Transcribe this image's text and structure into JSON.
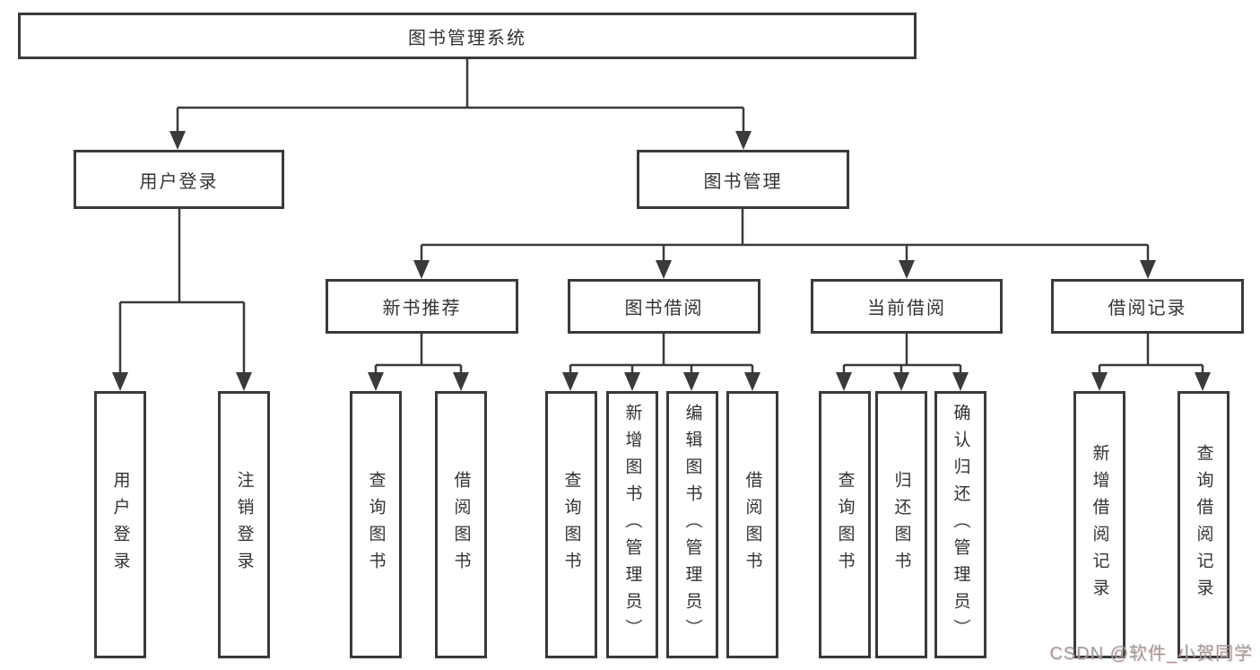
{
  "colors": {
    "line": "#3a3a3a",
    "box_border": "#3a3a3a",
    "text": "#333333",
    "background": "#ffffff",
    "watermark": "#9e9e9e"
  },
  "tree": {
    "root": {
      "label": "图书管理系统"
    },
    "children": [
      {
        "label": "用户登录",
        "children": [
          {
            "label": "用户登录"
          },
          {
            "label": "注销登录"
          }
        ]
      },
      {
        "label": "图书管理",
        "children": [
          {
            "label": "新书推荐",
            "children": [
              {
                "label": "查询图书"
              },
              {
                "label": "借阅图书"
              }
            ]
          },
          {
            "label": "图书借阅",
            "children": [
              {
                "label": "查询图书"
              },
              {
                "label": "新增图书（管理员）"
              },
              {
                "label": "编辑图书（管理员）"
              },
              {
                "label": "借阅图书"
              }
            ]
          },
          {
            "label": "当前借阅",
            "children": [
              {
                "label": "查询图书"
              },
              {
                "label": "归还图书"
              },
              {
                "label": "确认归还（管理员）"
              }
            ]
          },
          {
            "label": "借阅记录",
            "children": [
              {
                "label": "新增借阅记录"
              },
              {
                "label": "查询借阅记录"
              }
            ]
          }
        ]
      }
    ]
  },
  "watermark": {
    "text": "CSDN @软件_小贺同学"
  }
}
